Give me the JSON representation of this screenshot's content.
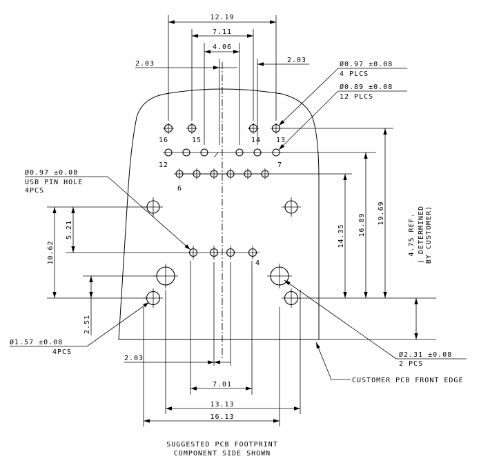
{
  "dimensions": {
    "d_12_19": "12.19",
    "d_7_11": "7.11",
    "d_4_06": "4.06",
    "d_2_03_top_left": "2.03",
    "d_2_03_top_right": "2.03",
    "d_2_03_bottom": "2.03",
    "d_7_01": "7.01",
    "d_13_13": "13.13",
    "d_16_13": "16.13",
    "d_10_62": "10.62",
    "d_5_21": "5.21",
    "d_2_51": "2.51",
    "d_14_35": "14.35",
    "d_16_89": "16.89",
    "d_19_69": "19.69",
    "d_4_75_ref": "4.75 REF.",
    "d_determined": "( DETERMINED",
    "d_by_customer": "BY CUSTOMER)"
  },
  "callouts": {
    "hole_097_4": {
      "line1": "Ø0.97 ±0.08",
      "line2": "4 PLCS"
    },
    "hole_089_12": {
      "line1": "Ø0.89 ±0.08",
      "line2": "12 PLCS"
    },
    "usb_pin": {
      "line1": "Ø0.97 ±0.08",
      "line2": "USB PIN HOLE",
      "line3": "4PCS"
    },
    "hole_157": {
      "line1": "Ø1.57 ±0.08",
      "line2": "4PCS"
    },
    "hole_231": {
      "line1": "Ø2.31 ±0.08",
      "line2": "2 PCS"
    },
    "front_edge": "CUSTOMER PCB FRONT EDGE"
  },
  "pin_labels": {
    "p16": "16",
    "p15": "15",
    "p14": "14",
    "p13": "13",
    "p12": "12",
    "p7": "7",
    "p6": "6",
    "p4": "4"
  },
  "caption": {
    "line1": "SUGGESTED PCB FOOTPRINT",
    "line2": "COMPONENT SIDE SHOWN"
  }
}
